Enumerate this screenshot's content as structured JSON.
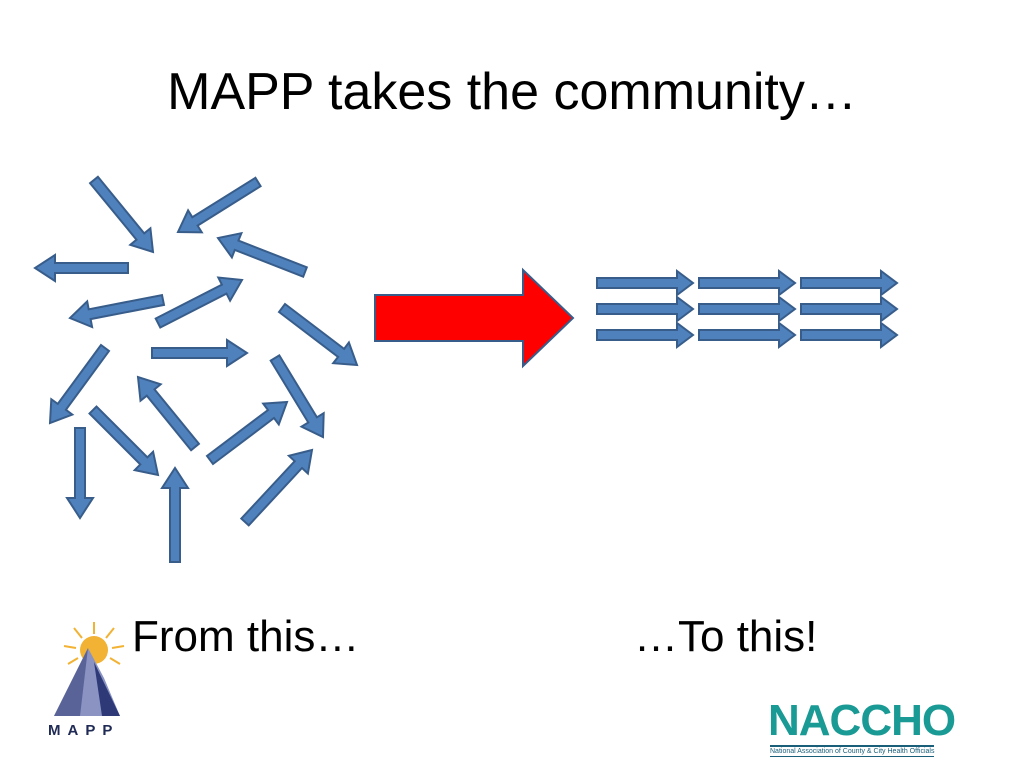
{
  "slide": {
    "title": "MAPP takes the community…",
    "caption_left": "From this…",
    "caption_right": "…To this!"
  },
  "logos": {
    "mapp": {
      "word": "MAPP",
      "icon": "mapp-sun-mountain-logo"
    },
    "naccho": {
      "word": "NACCHO",
      "tagline": "National Association of County & City Health Officials",
      "icon": "naccho-logo"
    }
  },
  "colors": {
    "arrow_fill": "#4f81bd",
    "arrow_stroke": "#385d8a",
    "big_arrow_fill": "#ff0000",
    "big_arrow_stroke": "#385d8a",
    "naccho_teal": "#1a9a94"
  }
}
